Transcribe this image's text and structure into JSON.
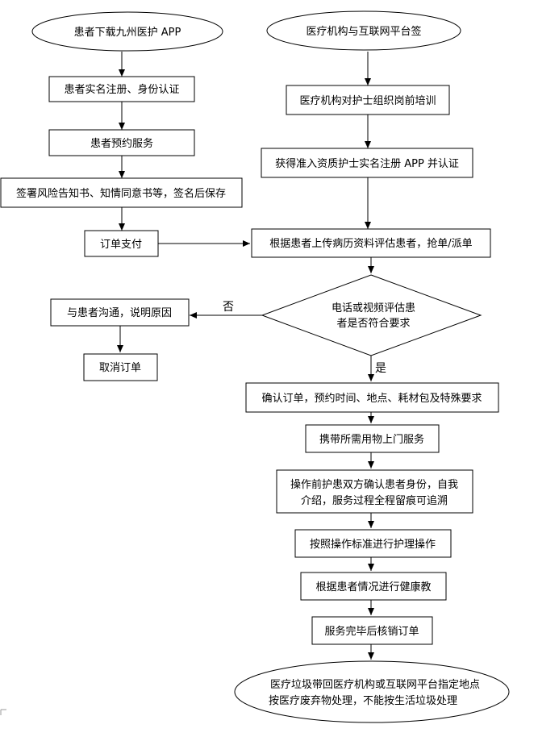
{
  "nodes": {
    "patient_download": {
      "shape": "ellipse",
      "lines": [
        "患者下载九州医护 APP"
      ]
    },
    "platform_sign": {
      "shape": "ellipse",
      "lines": [
        "医疗机构与互联网平台签"
      ]
    },
    "patient_register": {
      "shape": "rect",
      "lines": [
        "患者实名注册、身份认证"
      ]
    },
    "nurse_training": {
      "shape": "rect",
      "lines": [
        "医疗机构对护士组织岗前培训"
      ]
    },
    "patient_booking": {
      "shape": "rect",
      "lines": [
        "患者预约服务"
      ]
    },
    "nurse_register": {
      "shape": "rect",
      "lines": [
        "获得准入资质护士实名注册 APP 并认证"
      ]
    },
    "sign_consent": {
      "shape": "rect",
      "lines": [
        "签署风险告知书、知情同意书等，签名后保存"
      ]
    },
    "order_payment": {
      "shape": "rect",
      "lines": [
        "订单支付"
      ]
    },
    "assess_grab": {
      "shape": "rect",
      "lines": [
        "根据患者上传病历资料评估患者，抢单/派单"
      ]
    },
    "eval_decision": {
      "shape": "diamond",
      "lines": [
        "电话或视频评估患",
        "者是否符合要求"
      ]
    },
    "explain_reason": {
      "shape": "rect",
      "lines": [
        "与患者沟通，说明原因"
      ]
    },
    "cancel_order": {
      "shape": "rect",
      "lines": [
        "取消订单"
      ]
    },
    "confirm_order": {
      "shape": "rect",
      "lines": [
        "确认订单，预约时间、地点、耗材包及特殊要求"
      ]
    },
    "home_service": {
      "shape": "rect",
      "lines": [
        "携带所需用物上门服务"
      ]
    },
    "identity_check": {
      "shape": "rect",
      "lines": [
        "操作前护患双方确认患者身份，自我",
        "介绍，服务过程全程留痕可追溯"
      ]
    },
    "nursing_operation": {
      "shape": "rect",
      "lines": [
        "按照操作标准进行护理操作"
      ]
    },
    "health_education": {
      "shape": "rect",
      "lines": [
        "根据患者情况进行健康教"
      ]
    },
    "close_order": {
      "shape": "rect",
      "lines": [
        "服务完毕后核销订单"
      ]
    },
    "waste_disposal": {
      "shape": "ellipse",
      "lines": [
        "医疗垃圾带回医疗机构或互联网平台指定地点",
        "按医疗废弃物处理，不能按生活垃圾处理"
      ]
    }
  },
  "edge_labels": {
    "no": "否",
    "yes": "是"
  }
}
